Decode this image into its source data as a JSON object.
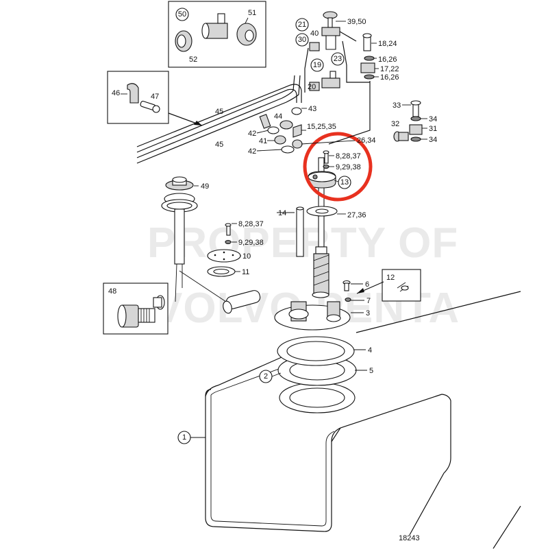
{
  "drawing_number": "18243",
  "watermark": {
    "line1": "PROPERTY OF",
    "line2": "VOLVO PENTA"
  },
  "highlight_color": "#e8311f",
  "callouts": {
    "c1": "1",
    "c2": "2",
    "c3": "3",
    "c4": "4",
    "c5": "5",
    "c6": "6",
    "c7": "7",
    "c8_28_37_top": "8,28,37",
    "c9_29_38_top": "9,29,38",
    "c13": "13",
    "c27_36": "27,36",
    "c14": "14",
    "c8_28_37_left": "8,28,37",
    "c9_29_38_left": "9,29,38",
    "c10": "10",
    "c11": "11",
    "c12": "12",
    "c15_25_35": "15,25,35",
    "c26_34": "26,34",
    "c16_26_a": "16,26",
    "c16_26_b": "16,26",
    "c17_22": "17,22",
    "c18_24": "18,24",
    "c19": "19",
    "c20": "20",
    "c21": "21",
    "c23": "23",
    "c30": "30",
    "c31": "31",
    "c32": "32",
    "c33": "33",
    "c34_a": "34",
    "c34_b": "34",
    "c39_50": "39,50",
    "c40": "40",
    "c41": "41",
    "c42_a": "42",
    "c42_b": "42",
    "c43": "43",
    "c44": "44",
    "c45_a": "45",
    "c45_b": "45",
    "c46": "46",
    "c47": "47",
    "c48": "48",
    "c49": "49",
    "c50": "50",
    "c51": "51",
    "c52": "52"
  }
}
